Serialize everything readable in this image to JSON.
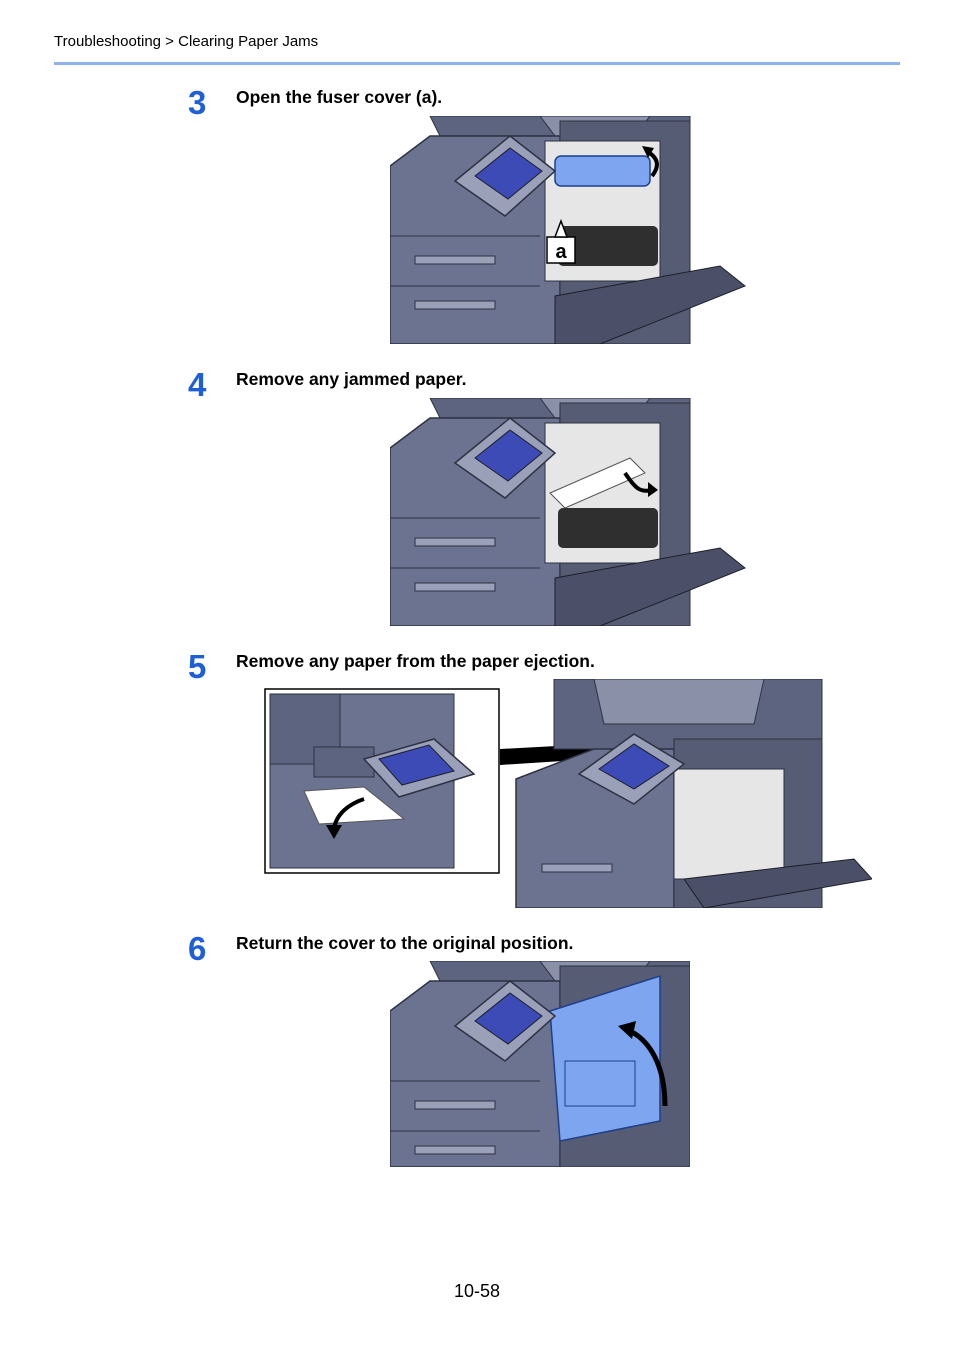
{
  "header": {
    "breadcrumb": "Troubleshooting > Clearing Paper Jams"
  },
  "steps": [
    {
      "number": "3",
      "text": "Open the fuser cover (a).",
      "callout": "a"
    },
    {
      "number": "4",
      "text": "Remove any jammed paper."
    },
    {
      "number": "5",
      "text": "Remove any paper from the paper ejection."
    },
    {
      "number": "6",
      "text": "Return the cover to the original position."
    }
  ],
  "footer": {
    "page_number": "10-58"
  },
  "colors": {
    "accent": "#1f5fd6",
    "rule": "#8fb3ea",
    "machine": "#6c7390",
    "highlight": "#7ea6f0"
  }
}
